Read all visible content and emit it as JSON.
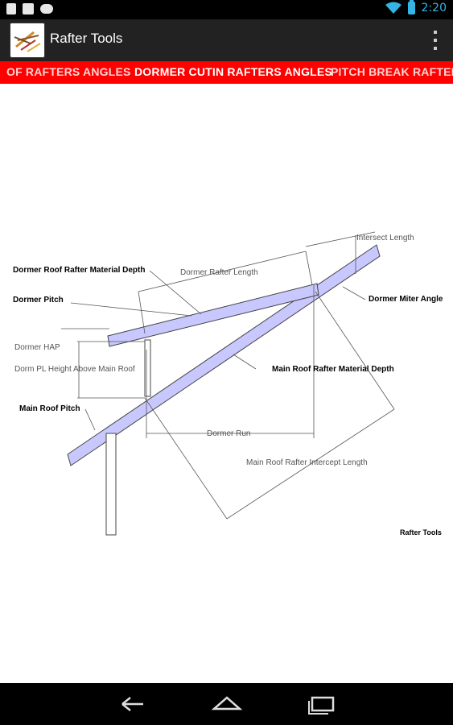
{
  "status_bar": {
    "time": "2:20"
  },
  "app": {
    "title": "Rafter Tools"
  },
  "tabs": {
    "prev": "OF RAFTERS ANGLES",
    "active": "DORMER CUTIN RAFTERS ANGLES",
    "next": "PITCH BREAK RAFTER"
  },
  "diagram": {
    "labels": {
      "intersect_length": "Intersect Length",
      "dormer_roof_rafter_material_depth": "Dormer Roof Rafter Material Depth",
      "dormer_rafter_length": "Dormer Rafter Length",
      "dormer_miter_angle": "Dormer Miter Angle",
      "dormer_pitch": "Dormer Pitch",
      "dormer_hap": "Dormer HAP",
      "dorm_pl_height": "Dorm PL Height Above Main Roof",
      "main_roof_rafter_material_depth": "Main Roof Rafter Material Depth",
      "main_roof_pitch": "Main Roof Pitch",
      "dormer_run": "Dormer Run",
      "main_roof_rafter_intercept_length": "Main Roof Rafter Intercept Length",
      "watermark": "Rafter Tools"
    },
    "colors": {
      "rafter_fill": "#c8c8ff",
      "line": "#555555"
    }
  },
  "nav": {
    "back": "back-icon",
    "home": "home-icon",
    "recents": "recents-icon"
  }
}
